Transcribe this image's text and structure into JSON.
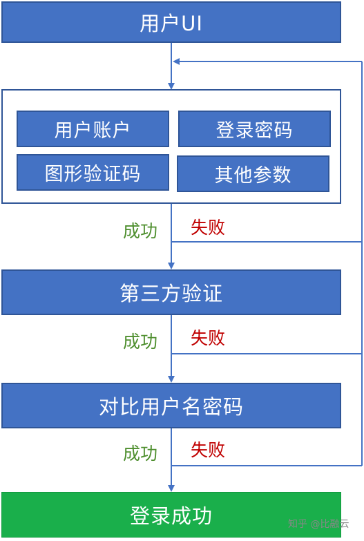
{
  "nodes": {
    "user_ui": "用户UI",
    "fields": [
      "用户账户",
      "登录密码",
      "图形验证码",
      "其他参数"
    ],
    "third_party": "第三方验证",
    "compare": "对比用户名密码",
    "login_success": "登录成功"
  },
  "edges": {
    "success": "成功",
    "fail": "失败"
  },
  "watermark": "知乎 @比融云",
  "colors": {
    "box": "#4472c4",
    "box_border": "#2f5597",
    "success_box": "#1aaf4b",
    "success_text": "#4f8f2f",
    "fail_text": "#c00000",
    "line": "#4472c4"
  }
}
